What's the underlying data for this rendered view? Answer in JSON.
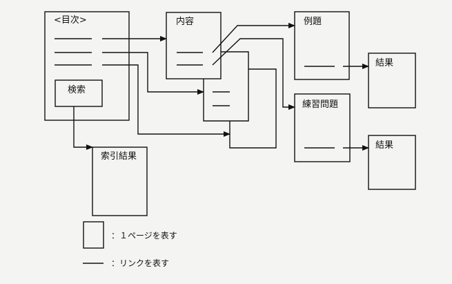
{
  "toc": {
    "title": "<目次>",
    "search": "検索"
  },
  "content": {
    "title": "内容"
  },
  "example": {
    "title": "例題",
    "result": "結果"
  },
  "exercise": {
    "title": "練習問題",
    "result": "結果"
  },
  "index_result": {
    "title": "索引結果"
  },
  "legend": {
    "page": "：１ページを表す",
    "link": "：リンクを表す"
  }
}
